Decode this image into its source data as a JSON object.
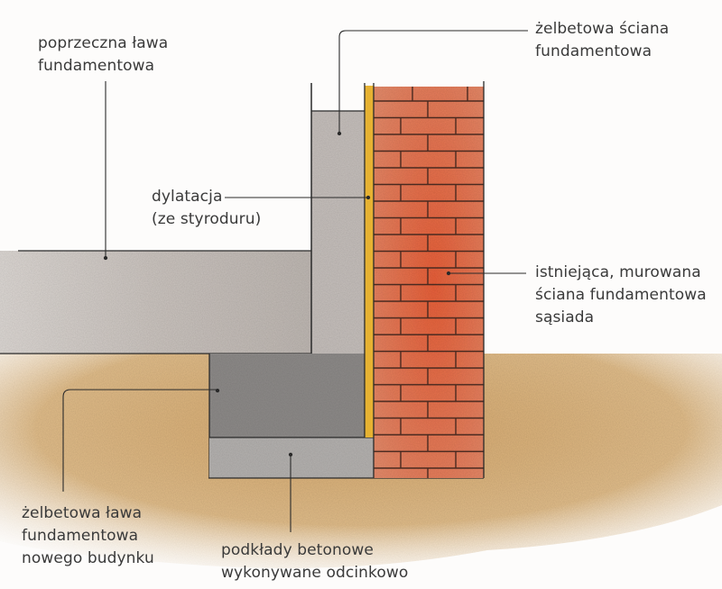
{
  "diagram": {
    "type": "foundation-cross-section",
    "colors": {
      "background": "#fdfcfb",
      "soil": "#dcb47e",
      "concrete_light": "#c9c2bd",
      "concrete_dark": "#8f8c8a",
      "pads": "#b7b4b2",
      "styrofoam": "#e7b433",
      "brick": "#e2704e",
      "mortar_line": "#4a2a20",
      "outline": "#2a2a2a",
      "text": "#3a3a3a"
    },
    "labels": {
      "transverse_footing": {
        "line1": "poprzeczna ława",
        "line2": "fundamentowa"
      },
      "rc_foundation_wall": {
        "line1": "żelbetowa ściana",
        "line2": "fundamentowa"
      },
      "expansion_joint": {
        "line1": "dylatacja",
        "line2": "(ze styroduru)"
      },
      "existing_wall": {
        "line1": "istniejąca, murowana",
        "line2": "ściana fundamentowa",
        "line3": "sąsiada"
      },
      "rc_footing_new": {
        "line1": "żelbetowa ława",
        "line2": "fundamentowa",
        "line3": "nowego budynku"
      },
      "concrete_pads": {
        "line1": "podkłady betonowe",
        "line2": "wykonywane odcinkowo"
      }
    }
  }
}
